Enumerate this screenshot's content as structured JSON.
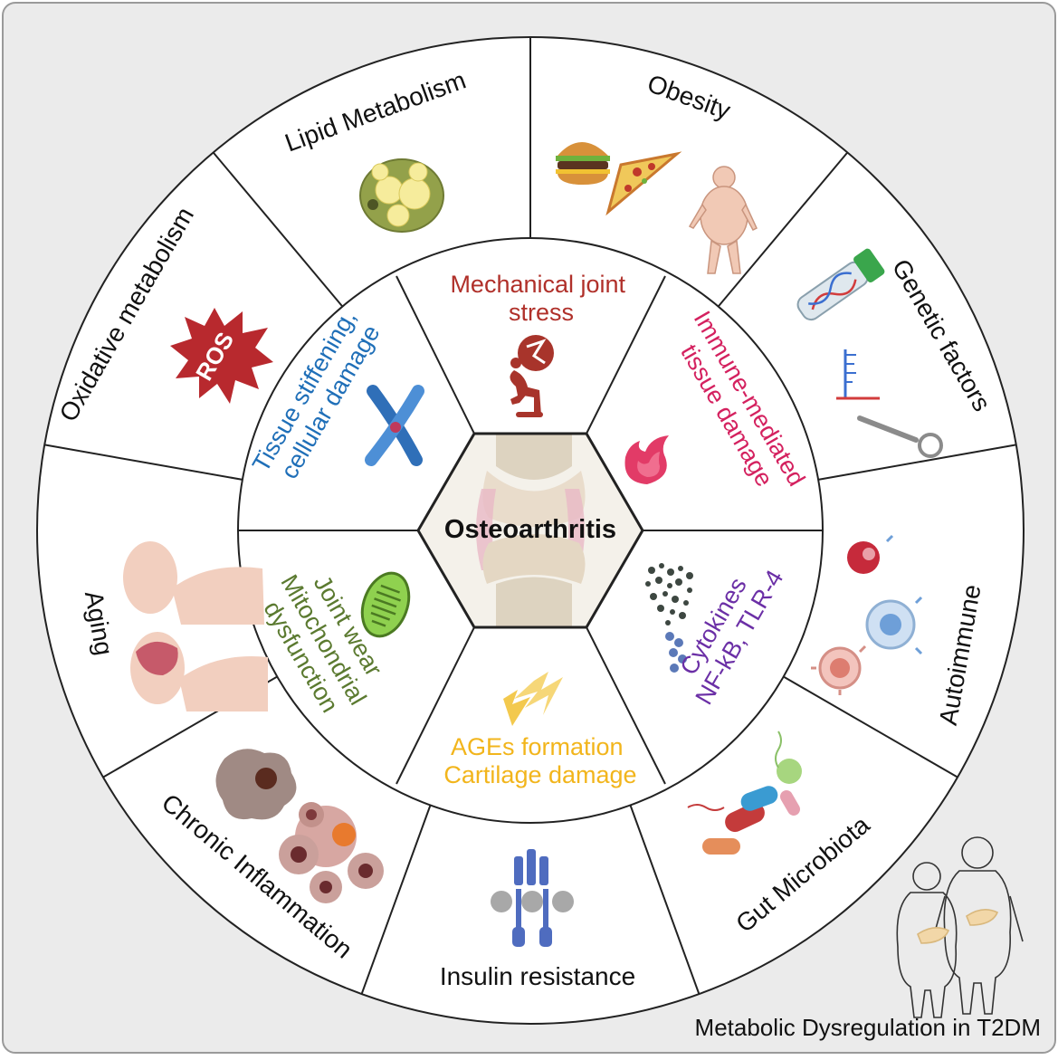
{
  "center": {
    "label": "Osteoarthritis"
  },
  "inner_ring": [
    {
      "lines": [
        "Mechanical joint",
        "stress"
      ],
      "color": "#b0302a",
      "icon": "weightlifter-icon"
    },
    {
      "lines": [
        "Immune-mediated",
        "tissue damage"
      ],
      "color": "#d4215f",
      "icon": "flame-icon"
    },
    {
      "lines": [
        "Cytokines",
        "NF-kB, TLR-4"
      ],
      "color": "#6b2fa6",
      "icon": "cytokines-icon"
    },
    {
      "lines": [
        "AGEs formation",
        "Cartilage damage"
      ],
      "color": "#f2b51c",
      "icon": "lightning-icon"
    },
    {
      "lines": [
        "Joint wear",
        "Mitochondrial",
        "dysfunction"
      ],
      "color": "#5b7a30",
      "icon": "mitochondrion-icon"
    },
    {
      "lines": [
        "Tissue stiffening,",
        "cellular damage"
      ],
      "color": "#1f6fb8",
      "icon": "chromosome-icon"
    }
  ],
  "outer_ring": [
    {
      "label": "Obesity",
      "icon": "fast-food-icon"
    },
    {
      "label": "Genetic factors",
      "icon": "dna-tube-icon"
    },
    {
      "label": "Autoimmune",
      "icon": "immune-cells-icon"
    },
    {
      "label": "Gut Microbiota",
      "icon": "bacteria-icon"
    },
    {
      "label": "Insulin resistance",
      "icon": "insulin-receptor-icon"
    },
    {
      "label": "Chronic Inflammation",
      "icon": "inflamed-cells-icon"
    },
    {
      "label": "Aging",
      "icon": "aging-heads-icon"
    },
    {
      "label": "Oxidative metabolism",
      "icon": "ros-burst-icon",
      "badge": "ROS"
    },
    {
      "label": "Lipid Metabolism",
      "icon": "lipid-droplet-icon"
    }
  ],
  "footer": {
    "caption": "Metabolic Dysregulation in T2DM",
    "icon": "t2dm-patients-icon"
  },
  "colors": {
    "background": "#ebebeb",
    "frame": "#9a9a9a",
    "line": "#222222",
    "ros": "#b8292e"
  }
}
